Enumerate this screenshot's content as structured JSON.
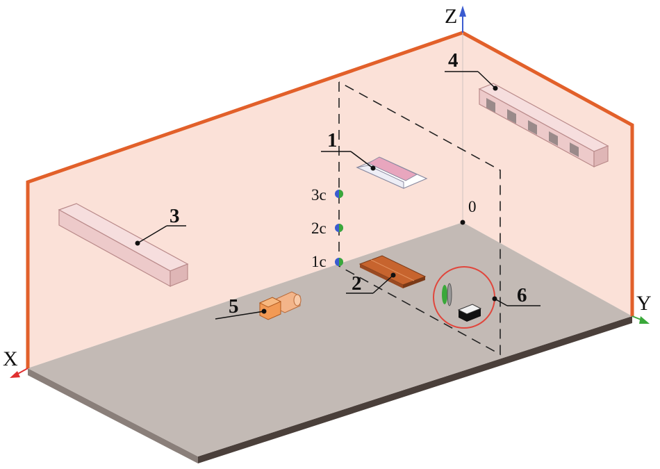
{
  "axes": {
    "x": "X",
    "y": "Y",
    "z": "Z",
    "origin": "0"
  },
  "markers": {
    "m1": "1",
    "m2": "2",
    "m3": "3",
    "m4": "4",
    "m5": "5",
    "m6": "6"
  },
  "points": {
    "p1": "1c",
    "p2": "2c",
    "p3": "3c"
  },
  "colors": {
    "wall": "#fbe1d8",
    "floor": "#c3bab5",
    "floor_edge": "#5a4e49",
    "wall_edge": "#e2602a",
    "box": "#f2d2d2",
    "board": "#c7642e",
    "circle": "#e0463c",
    "x_axis": "#e03030",
    "y_axis": "#3aa83a",
    "z_axis": "#3a5bd0"
  }
}
